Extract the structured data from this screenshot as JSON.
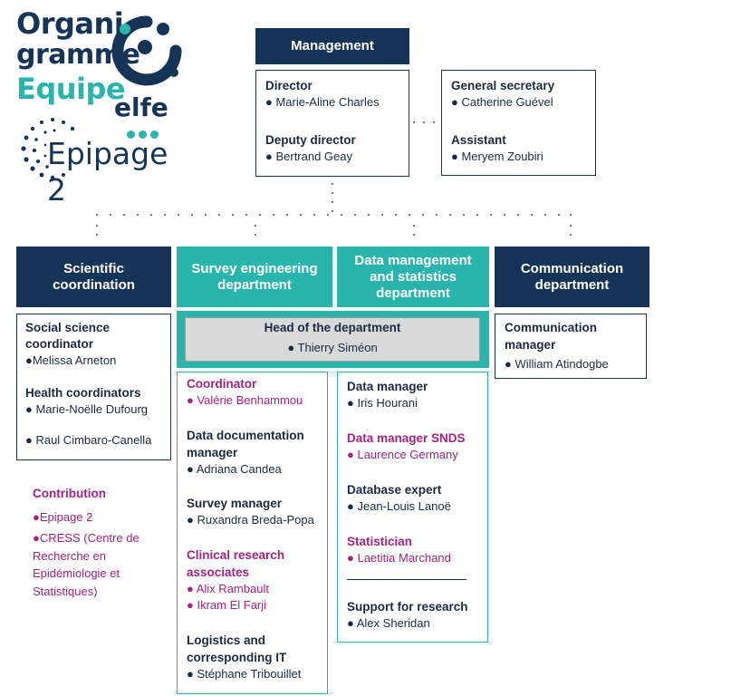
{
  "logo": {
    "line1": "Organi",
    "line2": "gramme",
    "line3": "Equipe",
    "elfe": "elfe",
    "epipage": "Epipage 2"
  },
  "management": {
    "title": "Management",
    "director_role": "Director",
    "director_name": "● Marie-Aline Charles",
    "deputy_role": "Deputy director",
    "deputy_name": "● Bertrand Geay",
    "secretary_role": "General secretary",
    "secretary_name": "● Catherine Guével",
    "assistant_role": "Assistant",
    "assistant_name": "● Meryem Zoubiri"
  },
  "departments": {
    "scientific": {
      "title": "Scientific coordination",
      "social_role": "Social science coordinator",
      "social_name": "●Melissa Arneton",
      "health_role": "Health coordinators",
      "health_name1": "● Marie-Noëlle Dufourg",
      "health_name2": "● Raul Cimbaro-Canella",
      "contribution_title": "Contribution",
      "contribution_1": "●Epipage 2",
      "contribution_2": "●CRESS (Centre de Recherche en Epidémiologie et Statistiques)"
    },
    "head": {
      "role": "Head of the department",
      "name": "● Thierry Siméon"
    },
    "survey": {
      "title": "Survey engineering department",
      "coord_role": "Coordinator",
      "coord_name": "● Valérie Benhammou",
      "doc_role": "Data documentation manager",
      "doc_name": "● Adriana Candea",
      "survey_role": "Survey manager",
      "survey_name": "● Ruxandra Breda-Popa",
      "cra_role": "Clinical research associates",
      "cra_name1": "● Alix Rambault",
      "cra_name2": "● Ikram El Farji",
      "logistics_role": "Logistics and corresponding IT",
      "logistics_name": "● Stéphane Tribouillet"
    },
    "data": {
      "title": "Data management and statistics department",
      "dm_role": "Data manager",
      "dm_name": "● Iris Hourani",
      "snds_role": "Data manager SNDS",
      "snds_name": "● Laurence Germany",
      "db_role": "Database expert",
      "db_name": "● Jean-Louis Lanoë",
      "stat_role": "Statistician",
      "stat_name": "● Laetitia Marchand",
      "support_role": "Support for research",
      "support_name": "● Alex Sheridan"
    },
    "communication": {
      "title": "Communication department",
      "role": "Communication manager",
      "name": "●   William Atindogbe"
    }
  },
  "colors": {
    "navy": "#163556",
    "teal": "#2ab5ac",
    "magenta": "#a4237f",
    "head_bg": "#d9d9d9"
  }
}
